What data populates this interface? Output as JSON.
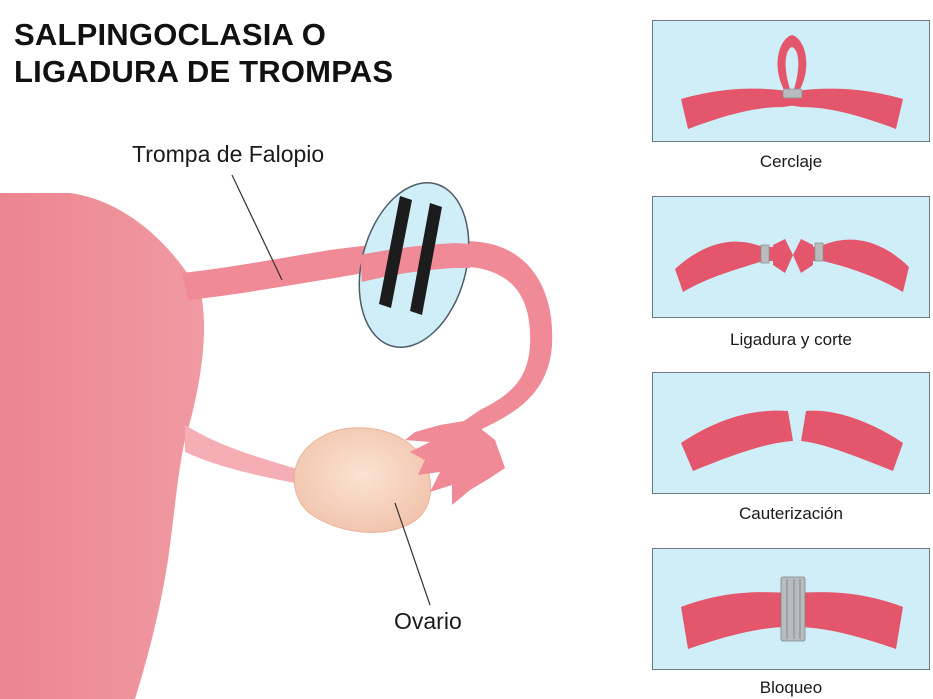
{
  "title": {
    "line1": "SALPINGOCLASIA  O",
    "line2": "LIGADURA DE TROMPAS"
  },
  "callouts": {
    "tube": "Trompa de Falopio",
    "ovary": "Ovario"
  },
  "methods": [
    {
      "name": "Cerclaje"
    },
    {
      "name": "Ligadura y corte"
    },
    {
      "name": "Cauterización"
    },
    {
      "name": "Bloqueo"
    }
  ],
  "colors": {
    "uterus": "#ee8a94",
    "tube": "#f08a97",
    "ovary": "#f8d6c2",
    "highlight_ellipse": "#cfeef8",
    "clip_bars": "#1c1c1c",
    "panel_background": "#cfeef8",
    "panel_tube": "#e4566c",
    "band_gray": "#b8bcbf"
  },
  "icons": [
    "uterus-illustration",
    "fallopian-tube",
    "ovary",
    "ligation-clip-bars"
  ]
}
